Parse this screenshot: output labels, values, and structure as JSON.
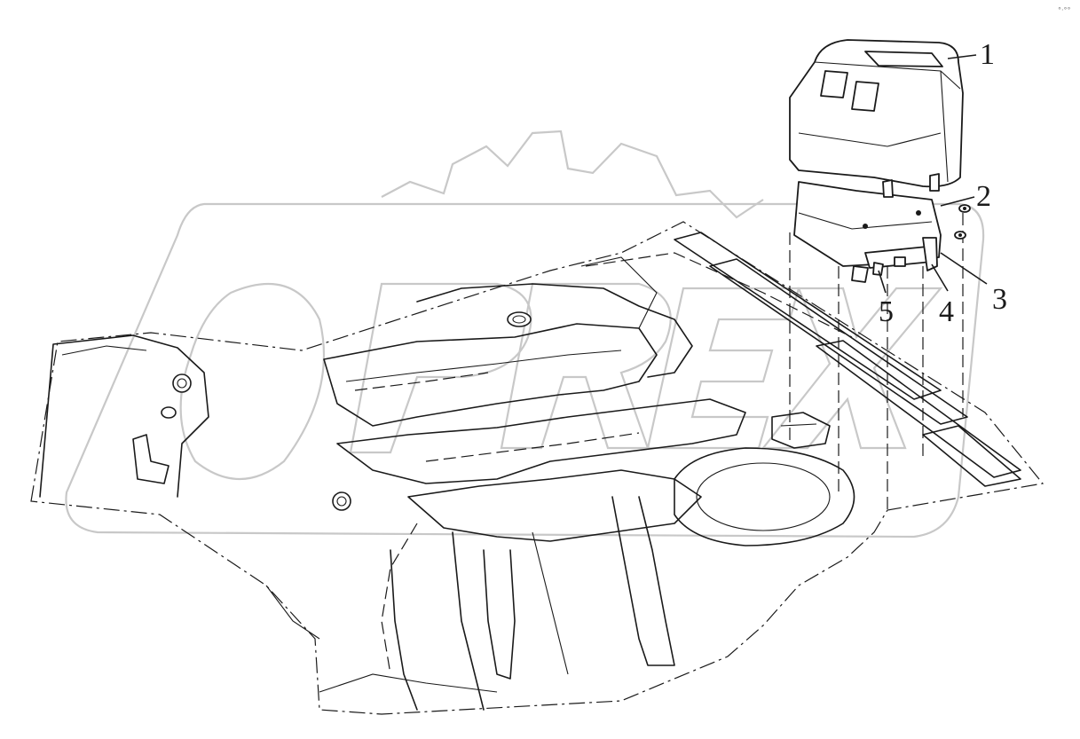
{
  "diagram": {
    "callouts": [
      {
        "id": "1",
        "label": "1"
      },
      {
        "id": "2",
        "label": "2"
      },
      {
        "id": "3",
        "label": "3"
      },
      {
        "id": "4",
        "label": "4"
      },
      {
        "id": "5",
        "label": "5"
      }
    ],
    "watermark": {
      "text": "OPEX",
      "kind": "logo"
    },
    "corner_mark": "°·°°"
  }
}
